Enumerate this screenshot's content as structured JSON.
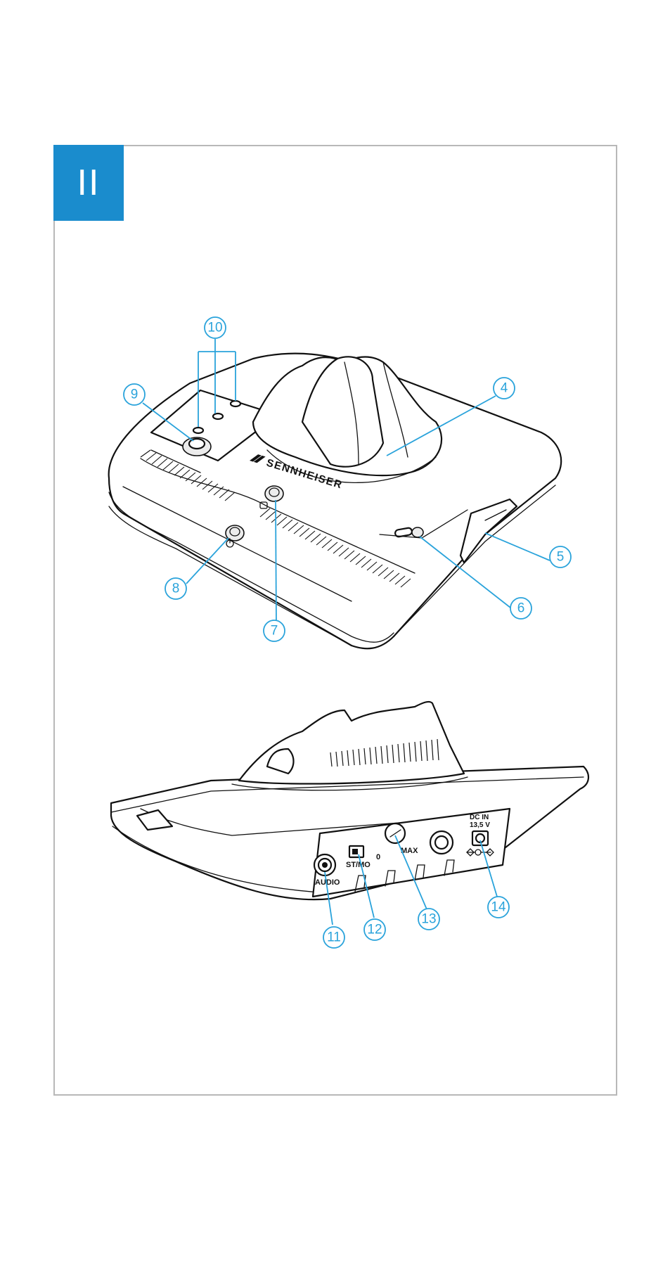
{
  "figure_label": "II",
  "brand": "SENNHEISER",
  "port_labels": {
    "audio": "AUDIO",
    "stereo_mono": "ST/MO",
    "vol_min": "0",
    "vol_max": "MAX",
    "dc_in": "DC IN",
    "dc_voltage": "13,5 V"
  },
  "callouts": [
    "4",
    "5",
    "6",
    "7",
    "8",
    "9",
    "10",
    "11",
    "12",
    "13",
    "14"
  ],
  "colors": {
    "accent": "#1a8ccd",
    "callout": "#2aa3db",
    "frame": "#b8b8b8"
  }
}
